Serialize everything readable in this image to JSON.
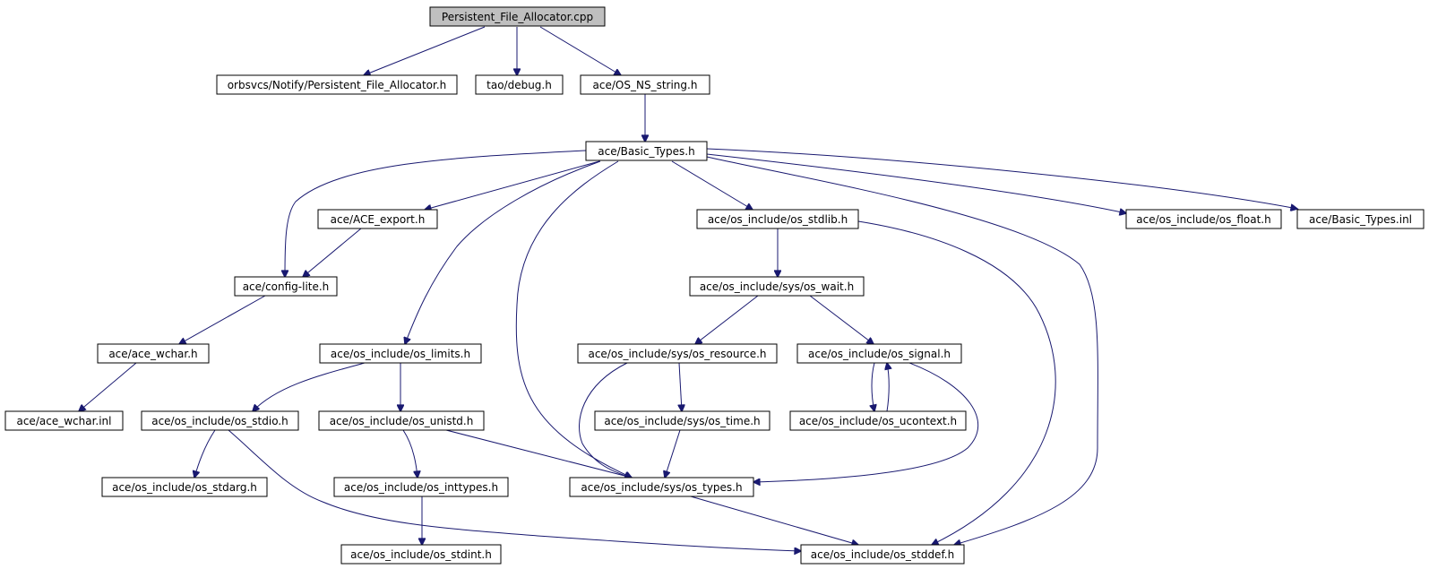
{
  "colors": {
    "edge": "#191970",
    "node_border": "#000000",
    "root_fill": "#bfbfbf",
    "node_fill": "#ffffff",
    "text": "#000000"
  },
  "nodes": [
    {
      "id": "root",
      "label": "Persistent_File_Allocator.cpp",
      "root": true
    },
    {
      "id": "pfa_h",
      "label": "orbsvcs/Notify/Persistent_File_Allocator.h"
    },
    {
      "id": "debug_h",
      "label": "tao/debug.h"
    },
    {
      "id": "os_ns_string",
      "label": "ace/OS_NS_string.h"
    },
    {
      "id": "basic_types",
      "label": "ace/Basic_Types.h"
    },
    {
      "id": "ace_export",
      "label": "ace/ACE_export.h"
    },
    {
      "id": "os_stdlib",
      "label": "ace/os_include/os_stdlib.h"
    },
    {
      "id": "os_float",
      "label": "ace/os_include/os_float.h"
    },
    {
      "id": "basic_types_inl",
      "label": "ace/Basic_Types.inl"
    },
    {
      "id": "config_lite",
      "label": "ace/config-lite.h"
    },
    {
      "id": "os_wait",
      "label": "ace/os_include/sys/os_wait.h"
    },
    {
      "id": "ace_wchar_h",
      "label": "ace/ace_wchar.h"
    },
    {
      "id": "os_limits",
      "label": "ace/os_include/os_limits.h"
    },
    {
      "id": "os_resource",
      "label": "ace/os_include/sys/os_resource.h"
    },
    {
      "id": "os_signal",
      "label": "ace/os_include/os_signal.h"
    },
    {
      "id": "ace_wchar_inl",
      "label": "ace/ace_wchar.inl"
    },
    {
      "id": "os_stdio",
      "label": "ace/os_include/os_stdio.h"
    },
    {
      "id": "os_unistd",
      "label": "ace/os_include/os_unistd.h"
    },
    {
      "id": "os_time",
      "label": "ace/os_include/sys/os_time.h"
    },
    {
      "id": "os_ucontext",
      "label": "ace/os_include/os_ucontext.h"
    },
    {
      "id": "os_stdarg",
      "label": "ace/os_include/os_stdarg.h"
    },
    {
      "id": "os_inttypes",
      "label": "ace/os_include/os_inttypes.h"
    },
    {
      "id": "os_types",
      "label": "ace/os_include/sys/os_types.h"
    },
    {
      "id": "os_stdint",
      "label": "ace/os_include/os_stdint.h"
    },
    {
      "id": "os_stddef",
      "label": "ace/os_include/os_stddef.h"
    }
  ],
  "edges": [
    {
      "from": "root",
      "to": "pfa_h"
    },
    {
      "from": "root",
      "to": "debug_h"
    },
    {
      "from": "root",
      "to": "os_ns_string"
    },
    {
      "from": "os_ns_string",
      "to": "basic_types"
    },
    {
      "from": "basic_types",
      "to": "config_lite"
    },
    {
      "from": "basic_types",
      "to": "ace_export"
    },
    {
      "from": "basic_types",
      "to": "os_limits"
    },
    {
      "from": "basic_types",
      "to": "os_types"
    },
    {
      "from": "basic_types",
      "to": "os_stdlib"
    },
    {
      "from": "basic_types",
      "to": "os_stddef"
    },
    {
      "from": "basic_types",
      "to": "os_float"
    },
    {
      "from": "basic_types",
      "to": "basic_types_inl"
    },
    {
      "from": "ace_export",
      "to": "config_lite"
    },
    {
      "from": "config_lite",
      "to": "ace_wchar_h"
    },
    {
      "from": "ace_wchar_h",
      "to": "ace_wchar_inl"
    },
    {
      "from": "os_stdlib",
      "to": "os_wait"
    },
    {
      "from": "os_stdlib",
      "to": "os_stddef"
    },
    {
      "from": "os_wait",
      "to": "os_resource"
    },
    {
      "from": "os_wait",
      "to": "os_signal"
    },
    {
      "from": "os_limits",
      "to": "os_stdio"
    },
    {
      "from": "os_limits",
      "to": "os_unistd"
    },
    {
      "from": "os_resource",
      "to": "os_time"
    },
    {
      "from": "os_resource",
      "to": "os_types"
    },
    {
      "from": "os_signal",
      "to": "os_ucontext"
    },
    {
      "from": "os_ucontext",
      "to": "os_signal"
    },
    {
      "from": "os_signal",
      "to": "os_types"
    },
    {
      "from": "os_stdio",
      "to": "os_stdarg"
    },
    {
      "from": "os_stdio",
      "to": "os_stddef"
    },
    {
      "from": "os_unistd",
      "to": "os_inttypes"
    },
    {
      "from": "os_unistd",
      "to": "os_types"
    },
    {
      "from": "os_time",
      "to": "os_types"
    },
    {
      "from": "os_inttypes",
      "to": "os_stdint"
    },
    {
      "from": "os_types",
      "to": "os_stddef"
    }
  ]
}
